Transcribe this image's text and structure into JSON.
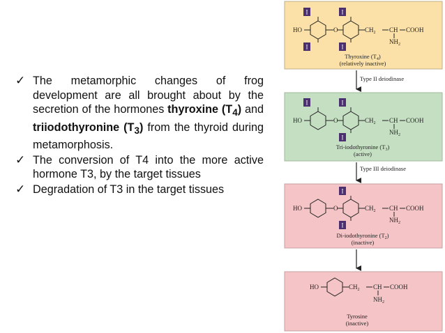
{
  "bullets": [
    {
      "text_before": "The metamorphic changes of frog development are all brought about by the secretion of the hormones ",
      "thyroxine_word": "thyroxine (T",
      "thyroxine_sub": "4",
      "thyroxine_close": ")",
      "and_word": " and ",
      "t3_word": "triiodothyronine (T",
      "t3_sub": "3",
      "t3_close": ")",
      "text_after": " from the thyroid during metamorphosis."
    },
    {
      "text": "The conversion of T4 into the more active hormone T3, by the target tissues"
    },
    {
      "text": "Degradation of T3 in the target tissues"
    }
  ],
  "check_mark": "✓",
  "chemistry": {
    "ho": "HO",
    "o_bridge": "O",
    "iodine": "I",
    "ch2": "CH",
    "ch2_sub": "2",
    "ch": "CH",
    "cooh": "COOH",
    "nh2": "NH",
    "nh2_sub": "2",
    "compounds": [
      {
        "name": "Thyroxine (T",
        "sub": "4",
        "close": ")",
        "status": "(relatively inactive)",
        "color": "#fbe1a8"
      },
      {
        "name": "Tri-iodothyronine (T",
        "sub": "3",
        "close": ")",
        "status": "(active)",
        "color": "#c5dfc2"
      },
      {
        "name": "Di-iodothyronine (T",
        "sub": "2",
        "close": ")",
        "status": "(inactive)",
        "color": "#f4c4c6"
      },
      {
        "name": "Tyrosine",
        "status": "(inactive)",
        "color": "#f4c4c6"
      }
    ],
    "enzymes": [
      "Type II deiodinase",
      "Type III deiodinase"
    ]
  }
}
